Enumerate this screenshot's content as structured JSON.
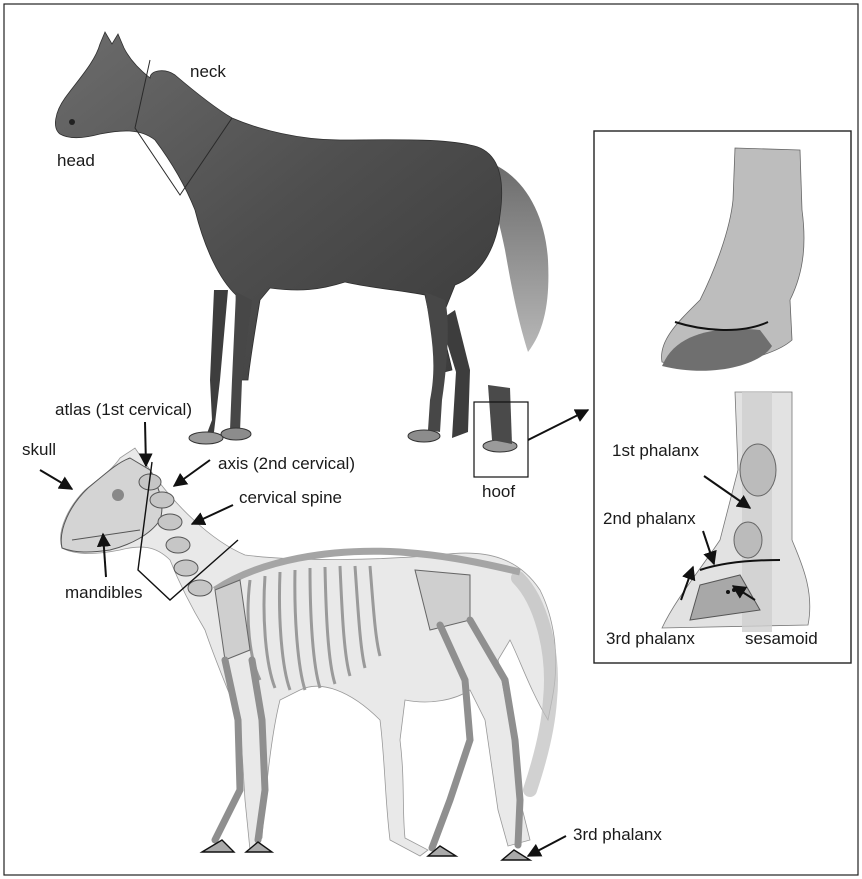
{
  "labels": {
    "neck": "neck",
    "head": "head",
    "hoof": "hoof",
    "atlas": "atlas (1st cervical)",
    "skull": "skull",
    "axis": "axis (2nd cervical)",
    "cervical_spine": "cervical spine",
    "mandibles": "mandibles",
    "third_phalanx_skeleton": "3rd phalanx"
  },
  "inset": {
    "first_phalanx": "1st phalanx",
    "second_phalanx": "2nd phalanx",
    "third_phalanx": "3rd phalanx",
    "sesamoid": "sesamoid"
  },
  "colors": {
    "frame": "#222222",
    "horse_dark": "#5a5a5a",
    "horse_shadow": "#3c3c3c",
    "skeleton_fill": "#e6e6e6",
    "bone": "#cfcfcf",
    "hoof_gray": "#9a9a9a"
  }
}
